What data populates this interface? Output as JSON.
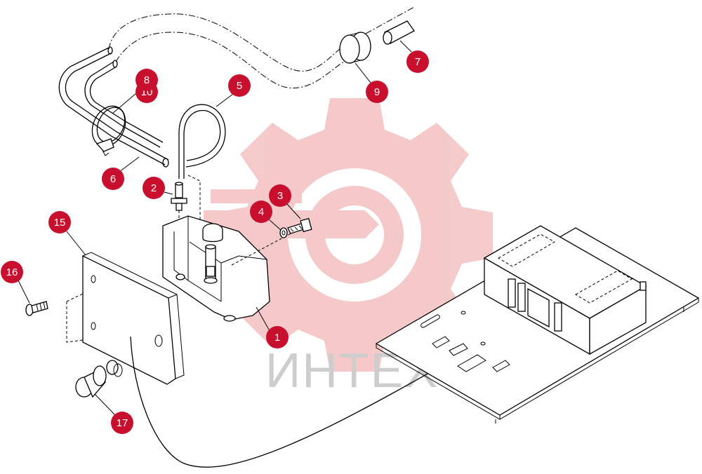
{
  "watermark": {
    "text": "ИНТЕХ",
    "gear_color": "#f4c4c4",
    "text_color": "#c8c8c8"
  },
  "callout_color": "#c8102e",
  "callouts": [
    {
      "key": "c1",
      "label": "1"
    },
    {
      "key": "c2",
      "label": "2"
    },
    {
      "key": "c3",
      "label": "3"
    },
    {
      "key": "c4",
      "label": "4"
    },
    {
      "key": "c5",
      "label": "5"
    },
    {
      "key": "c6",
      "label": "6"
    },
    {
      "key": "c7",
      "label": "7"
    },
    {
      "key": "c8",
      "label": "8"
    },
    {
      "key": "c9",
      "label": "9"
    },
    {
      "key": "c10",
      "label": "10"
    },
    {
      "key": "c15",
      "label": "15"
    },
    {
      "key": "c16",
      "label": "16"
    },
    {
      "key": "c17",
      "label": "17"
    }
  ]
}
